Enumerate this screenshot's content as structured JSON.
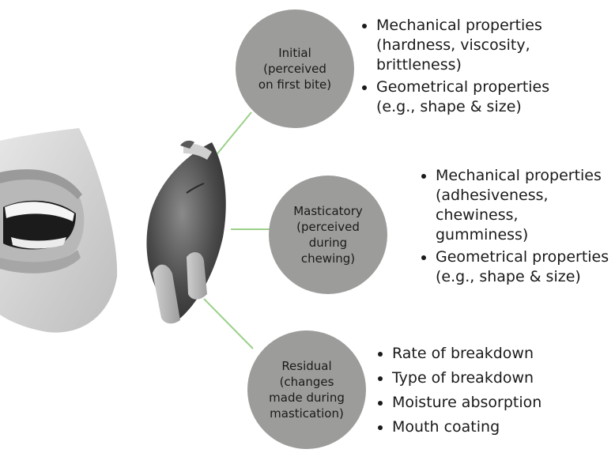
{
  "colors": {
    "circle_fill": "#9c9c9a",
    "connector": "#9bd08a",
    "text": "#1a1a1a"
  },
  "stages": [
    {
      "id": "initial",
      "circle_lines": [
        "Initial",
        "(perceived",
        "on first bite)"
      ],
      "bullets": [
        {
          "lines": [
            "Mechanical properties",
            "(hardness, viscosity,",
            "brittleness)"
          ]
        },
        {
          "lines": [
            "Geometrical properties",
            "(e.g., shape & size)"
          ]
        }
      ]
    },
    {
      "id": "masticatory",
      "circle_lines": [
        "Masticatory",
        "(perceived",
        "during",
        "chewing)"
      ],
      "bullets": [
        {
          "lines": [
            "Mechanical properties",
            "(adhesiveness,",
            "chewiness,",
            "gumminess)"
          ]
        },
        {
          "lines": [
            "Geometrical properties",
            "(e.g., shape & size)"
          ]
        }
      ]
    },
    {
      "id": "residual",
      "circle_lines": [
        "Residual",
        "(changes",
        "made during",
        "mastication)"
      ],
      "bullets": [
        {
          "lines": [
            "Rate of breakdown"
          ]
        },
        {
          "lines": [
            "Type of breakdown"
          ]
        },
        {
          "lines": [
            "Moisture absorption"
          ]
        },
        {
          "lines": [
            "Mouth coating"
          ]
        }
      ]
    }
  ]
}
